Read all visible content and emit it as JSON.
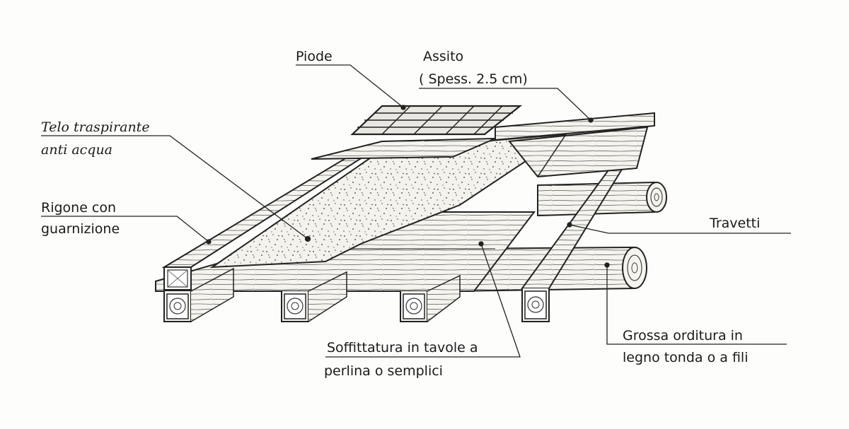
{
  "labels": {
    "piode": "Piode",
    "assito_title": "Assito",
    "assito_spec": "( Spess. 2.5 cm)",
    "telo_line1": "Telo traspirante",
    "telo_line2": "anti acqua",
    "rigone_line1": "Rigone con",
    "rigone_line2": "guarnizione",
    "travetti": "Travetti",
    "soffittatura_line1": "Soffittatura in tavole a",
    "soffittatura_line2": "perlina o semplici",
    "orditura_line1": "Grossa orditura in",
    "orditura_line2": "legno tonda o a fili"
  }
}
